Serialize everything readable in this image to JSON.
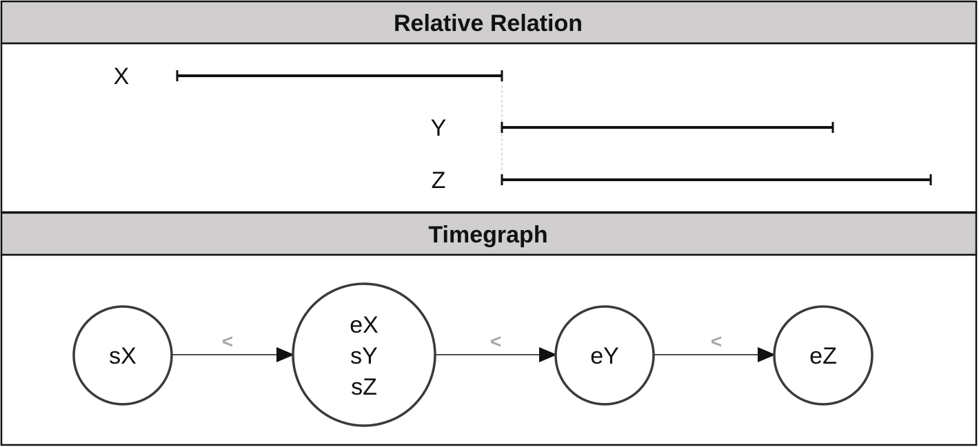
{
  "panels": {
    "relative_relation": {
      "title": "Relative Relation"
    },
    "timegraph": {
      "title": "Timegraph"
    }
  },
  "intervals": [
    {
      "label": "X"
    },
    {
      "label": "Y"
    },
    {
      "label": "Z"
    }
  ],
  "nodes": [
    {
      "lines": [
        "sX"
      ]
    },
    {
      "lines": [
        "eX",
        "sY",
        "sZ"
      ]
    },
    {
      "lines": [
        "eY"
      ]
    },
    {
      "lines": [
        "eZ"
      ]
    }
  ],
  "edges": [
    {
      "label": "<"
    },
    {
      "label": "<"
    },
    {
      "label": "<"
    }
  ],
  "colors": {
    "header_fill": "#d0cecf",
    "border": "#111111",
    "relation_label": "#a6a6a6",
    "guide_line": "#cfcfcf"
  }
}
